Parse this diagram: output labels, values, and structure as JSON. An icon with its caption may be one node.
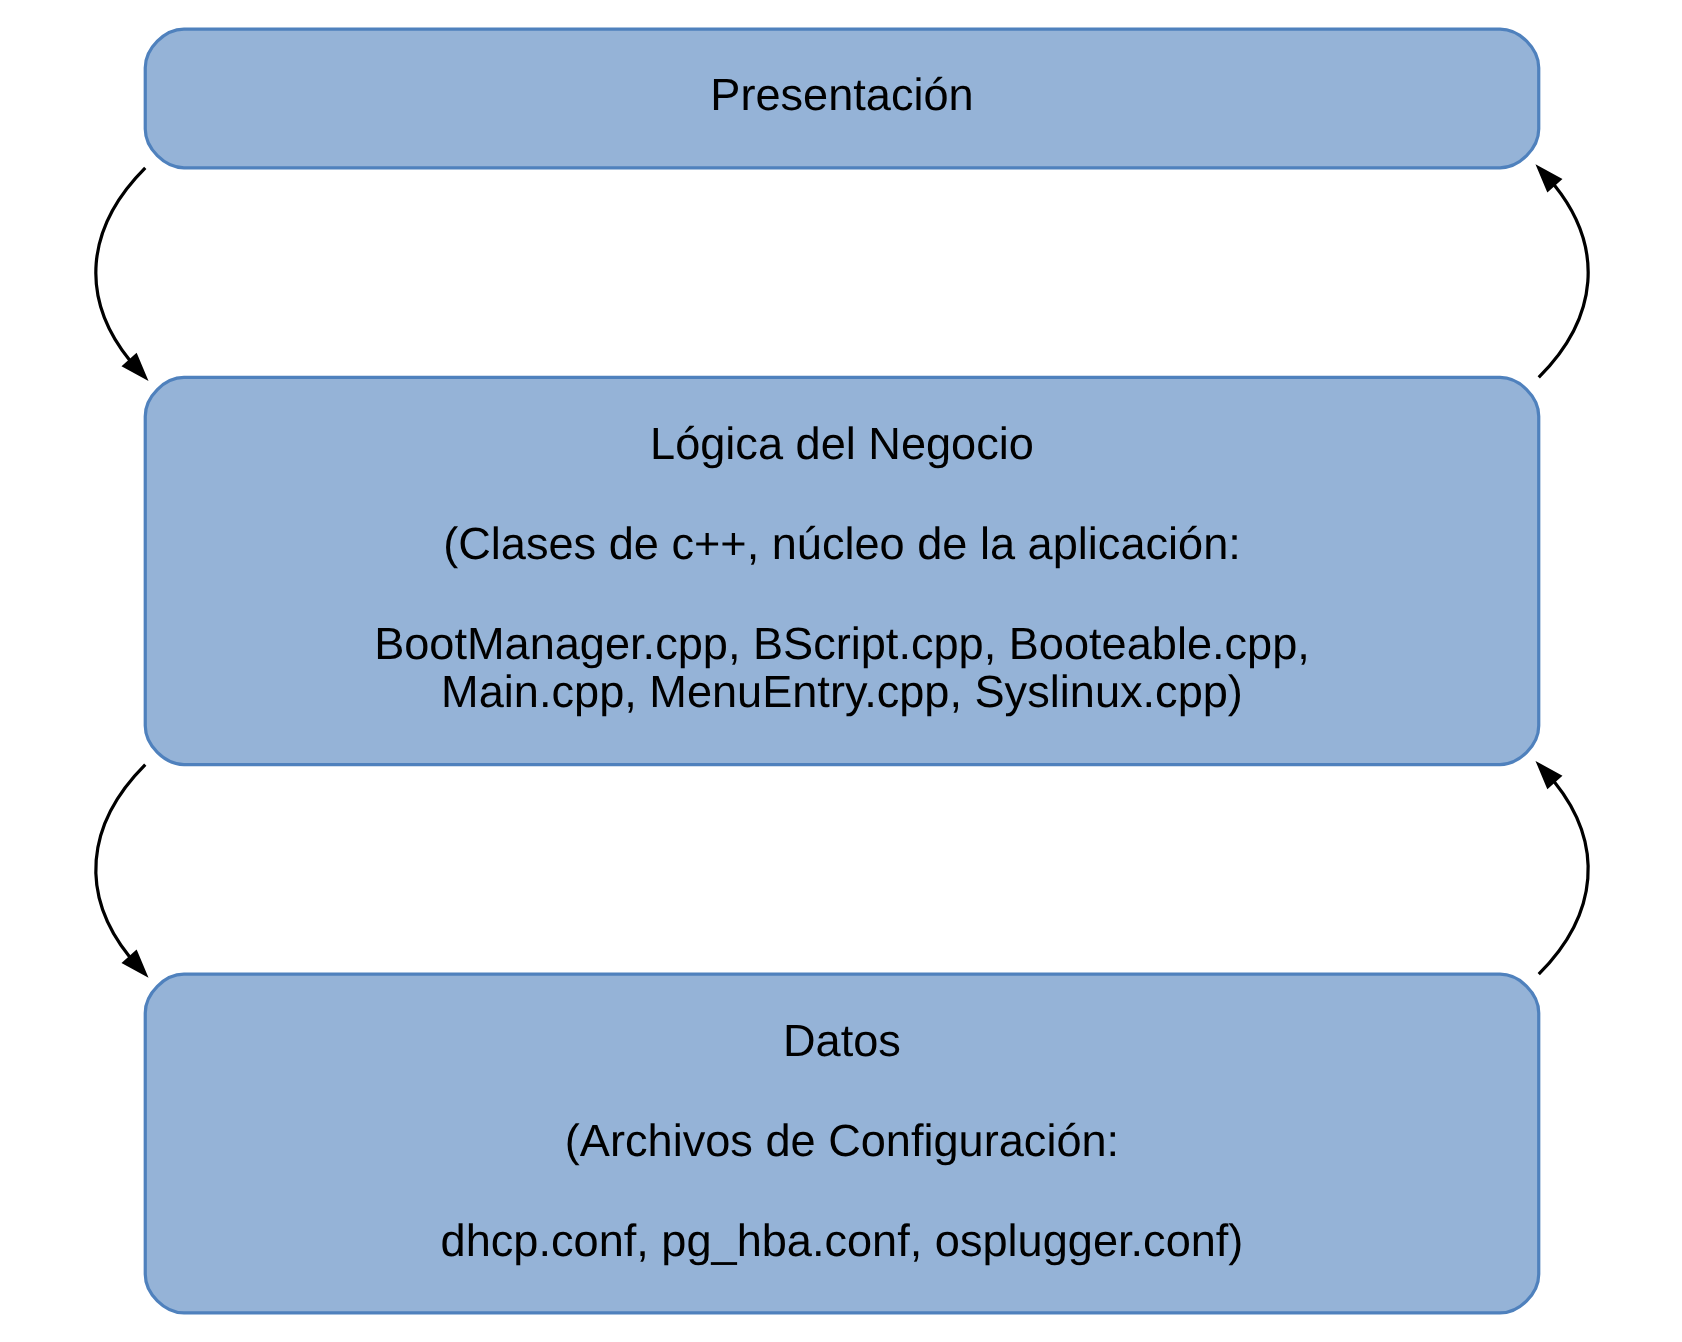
{
  "diagram": {
    "nodes": [
      {
        "text": [
          "Presentación"
        ]
      },
      {
        "text": [
          "Lógica del Negocio",
          "(Clases de c++, núcleo de la aplicación:",
          "BootManager.cpp, BScript.cpp, Booteable.cpp, Main.cpp, MenuEntry.cpp, Syslinux.cpp)"
        ]
      },
      {
        "text": [
          "Datos",
          "(Archivos de Configuración:",
          "dhcp.conf, pg_hba.conf, osplugger.conf)"
        ]
      }
    ],
    "edges": [
      {
        "from": 0,
        "to": 1,
        "arrow": "to"
      },
      {
        "from": 1,
        "to": 0,
        "arrow": "to"
      },
      {
        "from": 1,
        "to": 2,
        "arrow": "to"
      },
      {
        "from": 2,
        "to": 1,
        "arrow": "to"
      }
    ]
  }
}
